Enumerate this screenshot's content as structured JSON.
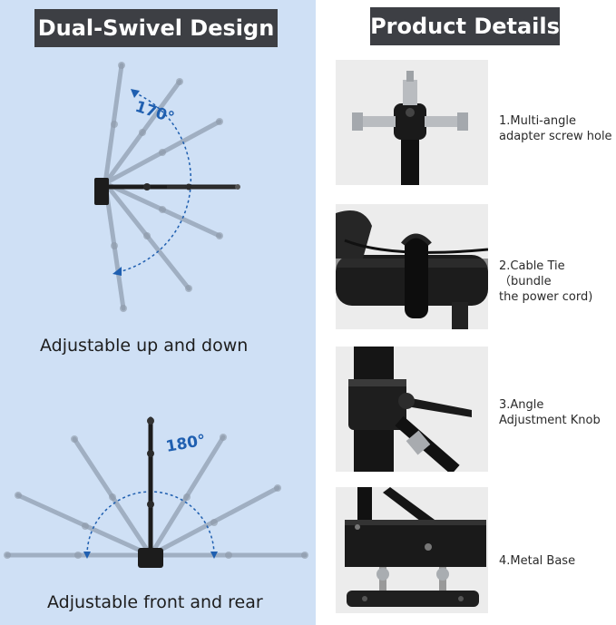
{
  "left": {
    "title": "Dual-Swivel Design",
    "angle_top": "170°",
    "caption_top": "Adjustable up and down",
    "angle_bottom": "180°",
    "caption_bottom": "Adjustable front and rear",
    "accent_color": "#1f5fb0",
    "background_color": "#cfe0f5"
  },
  "right": {
    "title": "Product Details",
    "items": [
      {
        "line1": "1.Multi-angle",
        "line2": "adapter screw hole",
        "image": "adapter-screw-photo"
      },
      {
        "line1": "2.Cable Tie（bundle",
        "line2": "the power cord)",
        "image": "cable-tie-photo"
      },
      {
        "line1": "3.Angle",
        "line2": "Adjustment Knob",
        "image": "angle-knob-photo"
      },
      {
        "line1": "4.Metal Base",
        "line2": "",
        "image": "metal-base-photo"
      }
    ]
  },
  "title_background": "#3d3f44"
}
